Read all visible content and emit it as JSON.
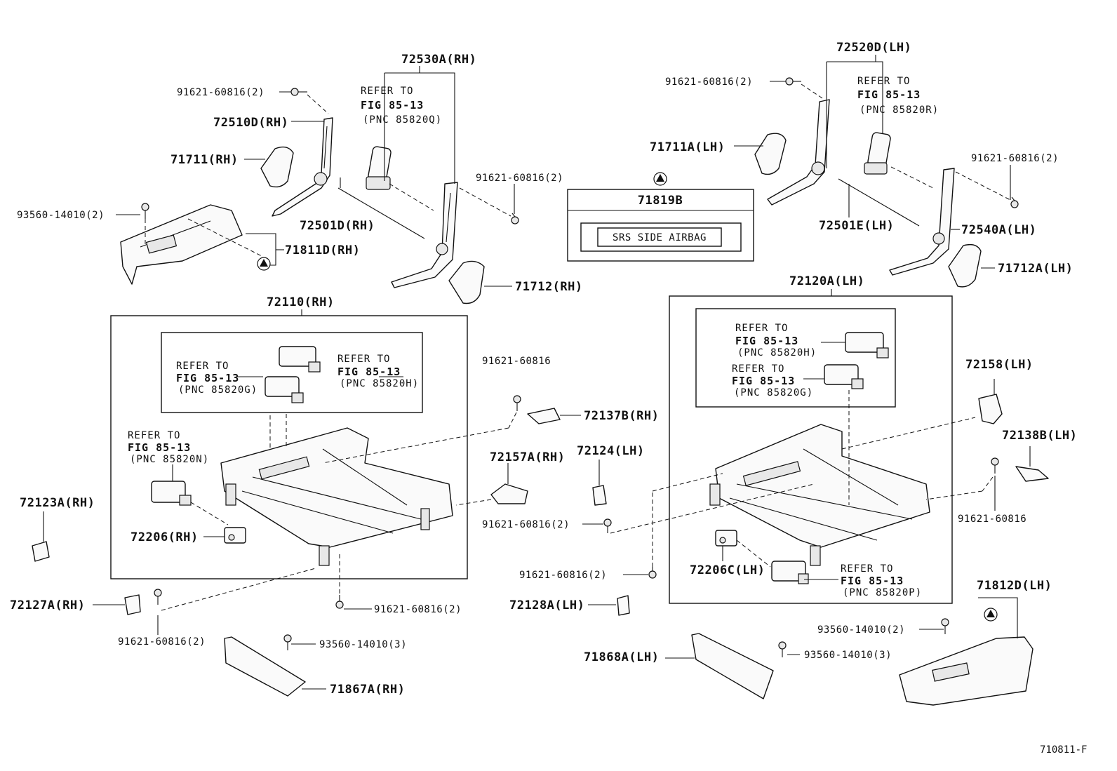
{
  "callouts": {
    "c72530A": "72530A(RH)",
    "c91621_tl": "91621-60816(2)",
    "c72510D": "72510D(RH)",
    "c71711": "71711(RH)",
    "c93560_l": "93560-14010(2)",
    "c71811D": "71811D(RH)",
    "c72501D": "72501D(RH)",
    "c91621_tc": "91621-60816(2)",
    "c71712": "71712(RH)",
    "c72110": "72110(RH)",
    "c72520D": "72520D(LH)",
    "c91621_tr": "91621-60816(2)",
    "c71711A": "71711A(LH)",
    "c71819B": "71819B",
    "c72501E": "72501E(LH)",
    "c91621_r": "91621-60816(2)",
    "c72540A": "72540A(LH)",
    "c71712A": "71712A(LH)",
    "c72120A": "72120A(LH)",
    "c91621_mid": "91621-60816",
    "c72137B": "72137B(RH)",
    "c72157A": "72157A(RH)",
    "c72124": "72124(LH)",
    "c91621_c2": "91621-60816(2)",
    "c72123A": "72123A(RH)",
    "c72206": "72206(RH)",
    "c72127A": "72127A(RH)",
    "c91621_bl": "91621-60816(2)",
    "c91621_bc": "91621-60816(2)",
    "c93560_b3": "93560-14010(3)",
    "c71867A": "71867A(RH)",
    "c91621_cb": "91621-60816(2)",
    "c72128A": "72128A(LH)",
    "c71868A": "71868A(LH)",
    "c93560_b3r": "93560-14010(3)",
    "c72158": "72158(LH)",
    "c72138B": "72138B(LH)",
    "c91621_rr": "91621-60816",
    "c72206C": "72206C(LH)",
    "c71812D": "71812D(LH)",
    "c93560_r2": "93560-14010(2)"
  },
  "airbag_label": "SRS SIDE AIRBAG",
  "refs": {
    "ref_q": {
      "line1": "REFER TO",
      "line2": "FIG 85-13",
      "line3": "(PNC 85820Q)"
    },
    "ref_r": {
      "line1": "REFER TO",
      "line2": "FIG 85-13",
      "line3": "(PNC 85820R)"
    },
    "ref_h_rh": {
      "line1": "REFER TO",
      "line2": "FIG 85-13",
      "line3": "(PNC 85820H)"
    },
    "ref_g_rh": {
      "line1": "REFER TO",
      "line2": "FIG 85-13",
      "line3": "(PNC 85820G)"
    },
    "ref_n": {
      "line1": "REFER TO",
      "line2": "FIG 85-13",
      "line3": "(PNC 85820N)"
    },
    "ref_h_lh": {
      "line1": "REFER TO",
      "line2": "FIG 85-13",
      "line3": "(PNC 85820H)"
    },
    "ref_g_lh": {
      "line1": "REFER TO",
      "line2": "FIG 85-13",
      "line3": "(PNC 85820G)"
    },
    "ref_p": {
      "line1": "REFER TO",
      "line2": "FIG 85-13",
      "line3": "(PNC 85820P)"
    }
  },
  "figure_code": "710811-F"
}
